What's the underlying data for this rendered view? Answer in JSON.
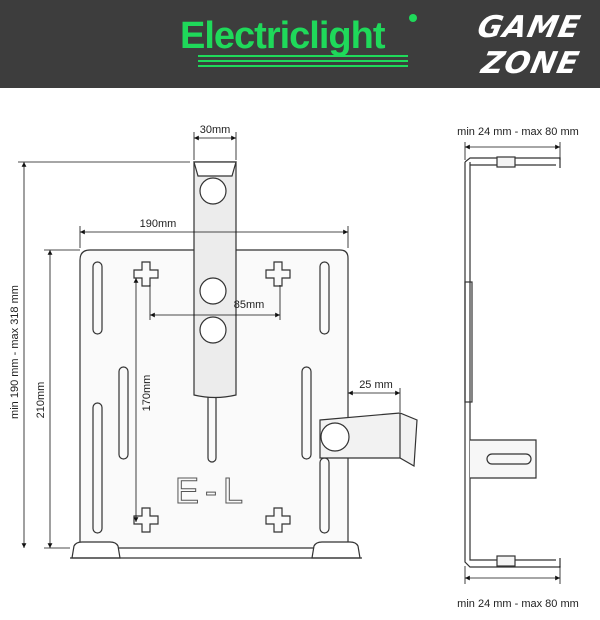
{
  "header": {
    "brand_logo": "Electriclight",
    "partner_logo_line1": "GAME",
    "partner_logo_line2": "ZONE",
    "background_color": "#3d3d3d",
    "brand_color": "#1fd95a"
  },
  "dimensions": {
    "top_width": "30mm",
    "plate_width": "190mm",
    "hole_spacing": "85mm",
    "side_clamp": "25 mm",
    "vertical_hole_spacing": "170mm",
    "plate_height": "210mm",
    "overall_height": "min 190 mm - max 318 mm",
    "side_top_depth": "min 24 mm - max 80 mm",
    "side_bottom_depth": "min 24 mm - max 80 mm"
  },
  "plate_mark": "E-L"
}
